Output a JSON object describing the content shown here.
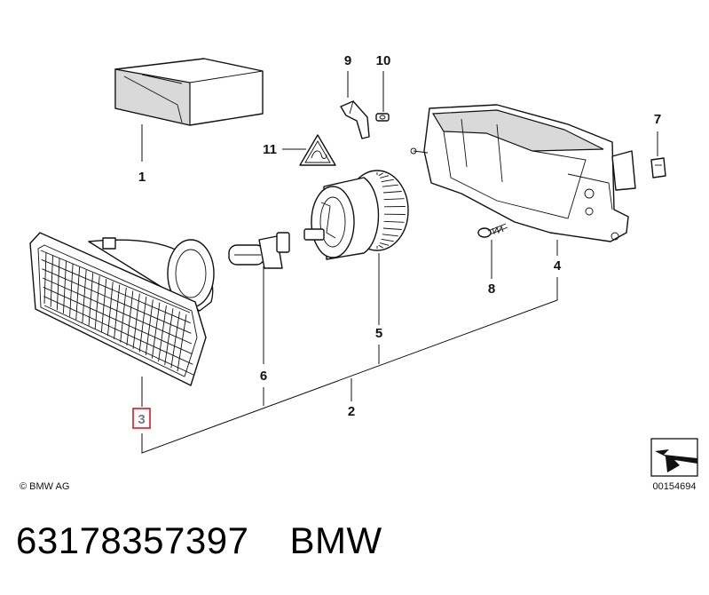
{
  "diagram": {
    "callouts": {
      "c1": "1",
      "c2": "2",
      "c3": "3",
      "c4": "4",
      "c5": "5",
      "c6": "6",
      "c7": "7",
      "c8": "8",
      "c9": "9",
      "c10": "10",
      "c11": "11"
    },
    "highlighted_callout": "3",
    "highlight_color": "#e0141e",
    "copyright": "© BMW AG",
    "drawing_number": "00154694"
  },
  "footer": {
    "part_number": "63178357397",
    "brand": "BMW"
  }
}
